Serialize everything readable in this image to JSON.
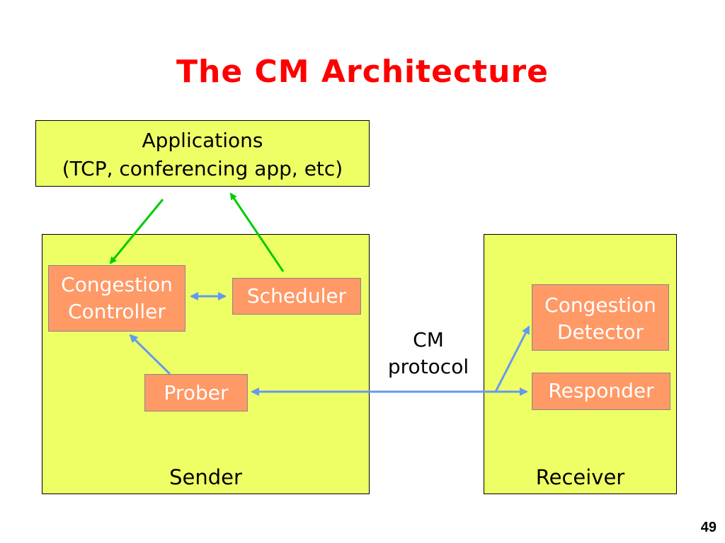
{
  "title": "The CM Architecture",
  "applications": {
    "line1": "Applications",
    "line2": "(TCP, conferencing app, etc)"
  },
  "sender": {
    "label": "Sender",
    "congestion_controller": [
      "Congestion",
      "Controller"
    ],
    "scheduler": "Scheduler",
    "prober": "Prober"
  },
  "receiver": {
    "label": "Receiver",
    "congestion_detector": [
      "Congestion",
      "Detector"
    ],
    "responder": "Responder"
  },
  "protocol_label": [
    "CM",
    "protocol"
  ],
  "page_number": "49",
  "colors": {
    "title": "#ff0000",
    "box_fill": "#eeff66",
    "component_fill": "#ff9966",
    "component_text": "#ffffff",
    "green_arrow": "#00cc00",
    "blue_arrow": "#6699ee"
  }
}
